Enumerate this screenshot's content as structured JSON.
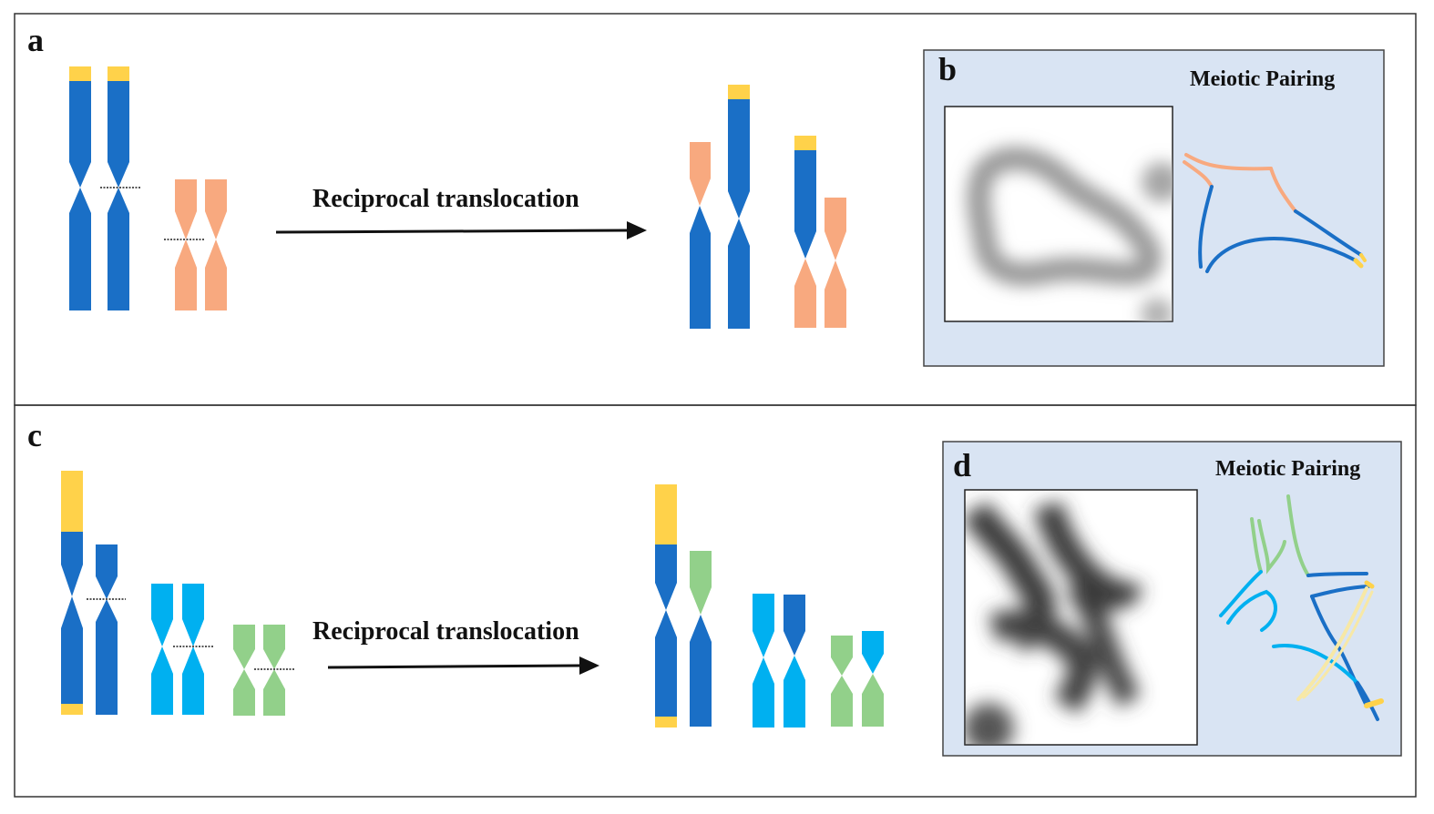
{
  "panels": {
    "a": {
      "letter": "a",
      "arrow_label": "Reciprocal translocation"
    },
    "b": {
      "letter": "b",
      "title": "Meiotic Pairing"
    },
    "c": {
      "letter": "c",
      "arrow_label": "Reciprocal translocation"
    },
    "d": {
      "letter": "d",
      "title": "Meiotic Pairing"
    }
  },
  "colors": {
    "blue": "#1a6fc6",
    "cyan": "#00b0f0",
    "salmon": "#f8a97f",
    "green": "#92d08a",
    "yellow": "#ffd24a",
    "inset_bg": "#d9e4f3"
  }
}
